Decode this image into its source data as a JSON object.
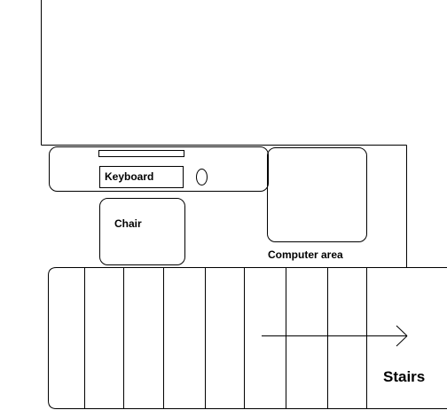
{
  "labels": {
    "keyboard": "Keyboard",
    "chair": "Chair",
    "computer_area": "Computer area",
    "stairs": "Stairs"
  },
  "colors": {
    "line": "#000000",
    "background": "#ffffff"
  },
  "icons": {
    "mouse": "mouse-icon",
    "direction": "arrow-right-icon"
  }
}
